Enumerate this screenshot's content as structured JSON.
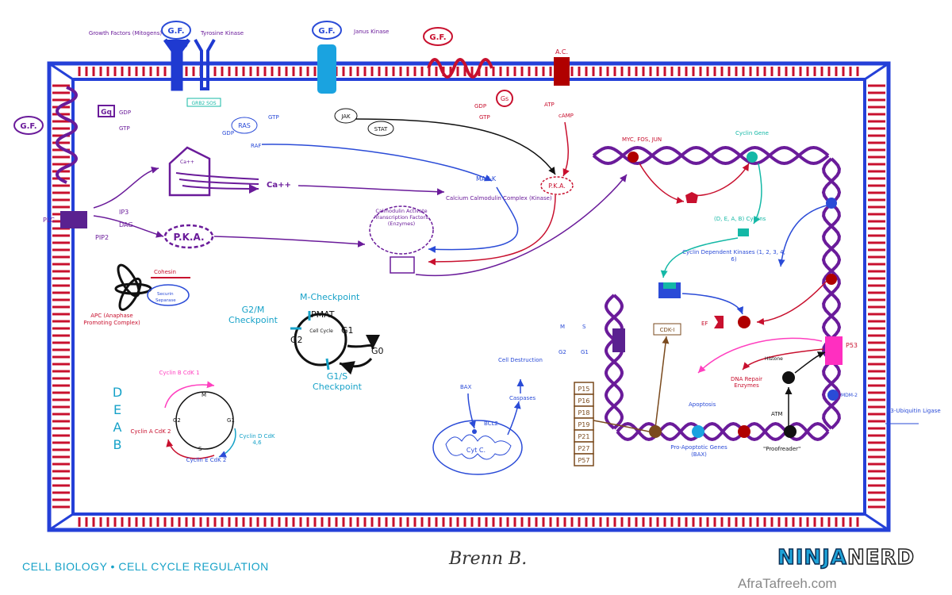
{
  "labels": {
    "gf": "G.F.",
    "growth_factors": "Growth Factors (Mitogens)",
    "tyrosine_kinase": "Tyrosine Kinase",
    "janus_kinase": "Janus Kinase",
    "ac": "A.C.",
    "gq": "Gq",
    "gdp": "GDP",
    "gtp": "GTP",
    "grb_sos": "GRB2 SOS",
    "ras": "RAS",
    "raf": "RAF",
    "jak": "JAK",
    "stat": "STAT",
    "gs": "Gs",
    "atp": "ATP",
    "camp": "cAMP",
    "pka": "P.K.A.",
    "ca": "Ca++",
    "ca_er": "Ca++",
    "map_k": "MAP-K",
    "calcium_complex": "Calcium Calmodulin Complex (Kinase)",
    "transcription": "Calmodulin Activate Transcription Factors (Enzymes)",
    "plc": "PLC",
    "ip3": "IP3",
    "dag": "DAG",
    "pip2": "PIP2",
    "myc": "MYC, FOS, JUN",
    "cyclin_gene": "Cyclin Gene",
    "cyclins": "(D, E, A, B) Cyclins",
    "cdk": "Cyclin Dependent Kinases (1, 2, 3, 4, 6)",
    "cdk_i": "CDK-I",
    "ef": "EF",
    "p53": "P53",
    "mdm2": "MDM-2",
    "histone": "Histone",
    "dna_repair": "DNA Repair Enzymes",
    "atm": "ATM",
    "proofreader": "\"Proofreader\"",
    "apoptosis": "Apoptosis",
    "pro_apoptotic": "Pro-Apoptotic Genes (BAX)",
    "e3": "E3-Ubiquitin Ligase",
    "apc": "APC (Anaphase Promoting Complex)",
    "cohesin": "Cohesin",
    "securin": "Securin",
    "separase": "Separase",
    "m_check": "M-Checkpoint",
    "g2m_check": "G2/M Checkpoint",
    "g1s_check": "G1/S Checkpoint",
    "pmat": "PMAT",
    "cell_cycle": "Cell Cycle",
    "g1": "G1",
    "g2": "G2",
    "g0": "G0",
    "deab": "D E A B",
    "cyclin_b": "Cyclin B CdK 1",
    "cyclin_a": "Cyclin A CdK 2",
    "cyclin_d": "Cyclin D CdK 4,6",
    "cyclin_e": "Cyclin E CdK 2",
    "m": "M",
    "s": "S",
    "bax": "BAX",
    "bcl2": "BCL2",
    "cyt_c": "Cyt C.",
    "caspases": "Caspases",
    "cell_destruction": "Cell Destruction",
    "inhibitors": [
      "P15",
      "P16",
      "P18",
      "P19",
      "P21",
      "P27",
      "P57"
    ]
  },
  "footer": {
    "title": "CELL BIOLOGY • CELL CYCLE REGULATION",
    "signature": "Brenn B.",
    "logo_a": "NINJA",
    "logo_b": "NERD",
    "watermark": "AfraTafreeh.com"
  },
  "colors": {
    "membrane": "#2440d8",
    "membrane_tick": "#c8102e",
    "purple": "#6a1b9a",
    "red": "#c8102e",
    "blue": "#2a4bd7",
    "teal": "#14b8a6",
    "black": "#111111",
    "magenta": "#ff3fbf",
    "brown": "#7a4a1d",
    "cyan": "#17a2c8"
  }
}
